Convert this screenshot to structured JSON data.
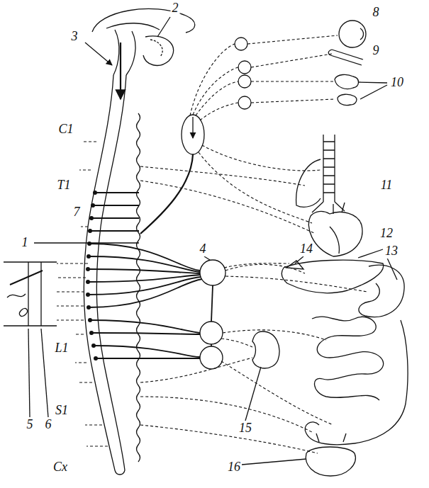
{
  "diagram": {
    "labels": [
      "2",
      "8",
      "3",
      "9",
      "10",
      "C1",
      "11",
      "T1",
      "7",
      "12",
      "1",
      "4",
      "14",
      "13",
      "L1",
      "5",
      "6",
      "S1",
      "15",
      "16",
      "Cx"
    ]
  }
}
